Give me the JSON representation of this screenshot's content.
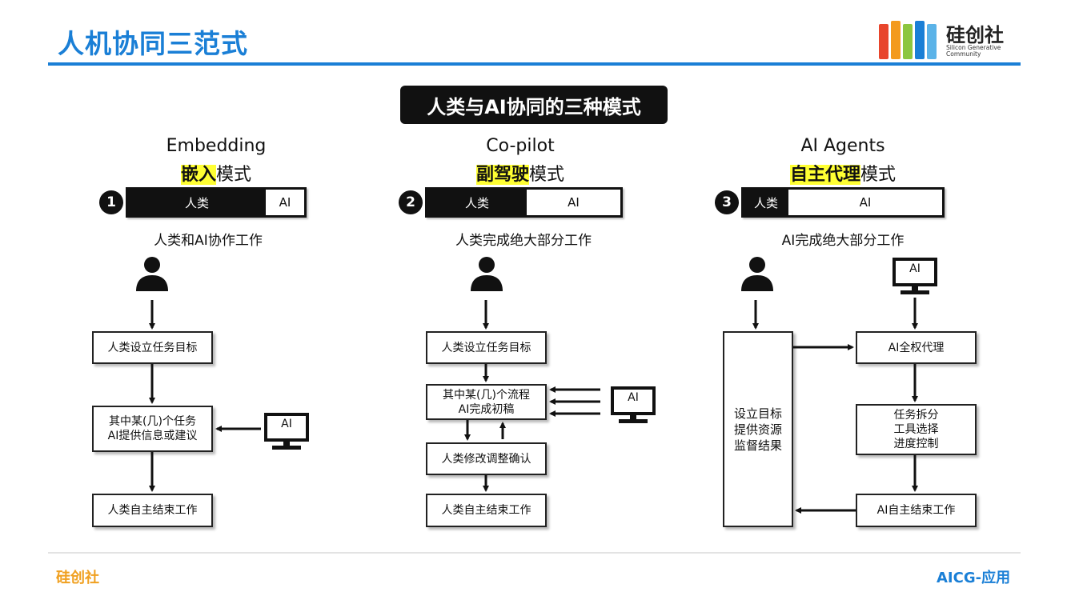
{
  "header": {
    "title": "人机协同三范式"
  },
  "logo": {
    "name": "硅创社",
    "sub": "Silicon Generative Community"
  },
  "main_title": "人类与AI协同的三种模式",
  "modes": [
    {
      "number": "1",
      "name_en": "Embedding",
      "name_cn_hl": "嵌入",
      "name_cn_rest": "模式",
      "split_human": "人类",
      "split_ai": "AI",
      "desc": "人类和AI协作工作",
      "steps": [
        "人类设立任务目标",
        "其中某(几)个任务\nAI提供信息或建议",
        "人类自主结束工作"
      ],
      "ai_label": "AI"
    },
    {
      "number": "2",
      "name_en": "Co-pilot",
      "name_cn_hl": "副驾驶",
      "name_cn_rest": "模式",
      "split_human": "人类",
      "split_ai": "AI",
      "desc": "人类完成绝大部分工作",
      "steps": [
        "人类设立任务目标",
        "其中某(几)个流程\nAI完成初稿",
        "人类修改调整确认",
        "人类自主结束工作"
      ],
      "ai_label": "AI"
    },
    {
      "number": "3",
      "name_en": "AI Agents",
      "name_cn_hl": "自主代理",
      "name_cn_rest": "模式",
      "split_human": "人类",
      "split_ai": "AI",
      "desc": "AI完成绝大部分工作",
      "human_box": "设立目标\n提供资源\n监督结果",
      "steps": [
        "AI全权代理",
        "任务拆分\n工具选择\n进度控制",
        "AI自主结束工作"
      ],
      "ai_label": "AI"
    }
  ],
  "footer": {
    "left": "硅创社",
    "right": "AICG-应用"
  },
  "colors": {
    "accent": "#1a7fd6",
    "highlight": "#ffff33",
    "footer_left": "#f0a020"
  }
}
